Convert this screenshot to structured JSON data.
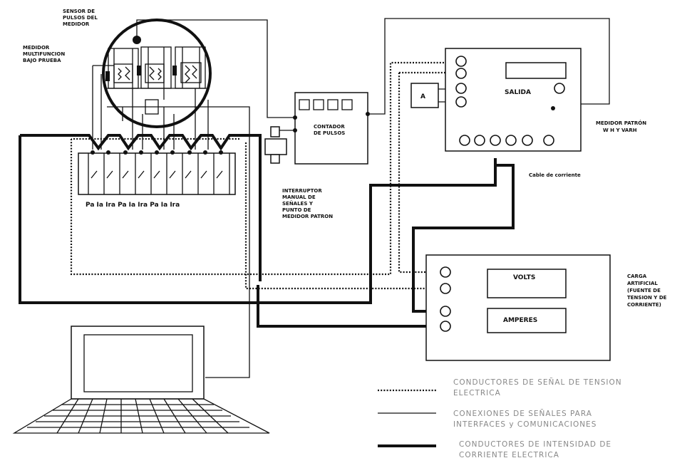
{
  "labels": {
    "sensor": [
      "SENSOR DE",
      "PULSOS DEL",
      "MEDIDOR"
    ],
    "meter_under_test": [
      "MEDIDOR",
      "MULTIFUNCION",
      "BAJO PRUEBA"
    ],
    "pulse_counter": [
      "CONTADOR",
      "DE PULSOS"
    ],
    "switch": [
      "INTERRUPTOR",
      "MANUAL DE",
      "SEÑALES Y",
      "PUNTO DE",
      "MEDIDOR PATRON"
    ],
    "reference_meter": [
      "MEDIDOR PATRÓN",
      "W H Y VARH"
    ],
    "salida": "SALIDA",
    "ammeter": "A",
    "cable": "Cable de corriente",
    "terminal_labels": "Pa  Ia  Ira  Pa  Ia  Ira  Pa  Ia  Ira",
    "artificial_load": [
      "CARGA",
      "ARTIFICIAL",
      "(FUENTE DE",
      "TENSION Y DE",
      "CORRIENTE)"
    ],
    "volts": "VOLTS",
    "amperes": "AMPERES"
  },
  "legend": [
    {
      "style": "dotted",
      "text": [
        "CONDUCTORES DE SEÑAL DE TENSION",
        "ELECTRICA"
      ]
    },
    {
      "style": "thin",
      "text": [
        "CONEXIONES DE SEÑALES PARA",
        "INTERFACES y COMUNICACIONES"
      ]
    },
    {
      "style": "thick",
      "text": [
        "CONDUCTORES DE INTENSIDAD DE",
        "CORRIENTE ELECTRICA"
      ]
    }
  ]
}
